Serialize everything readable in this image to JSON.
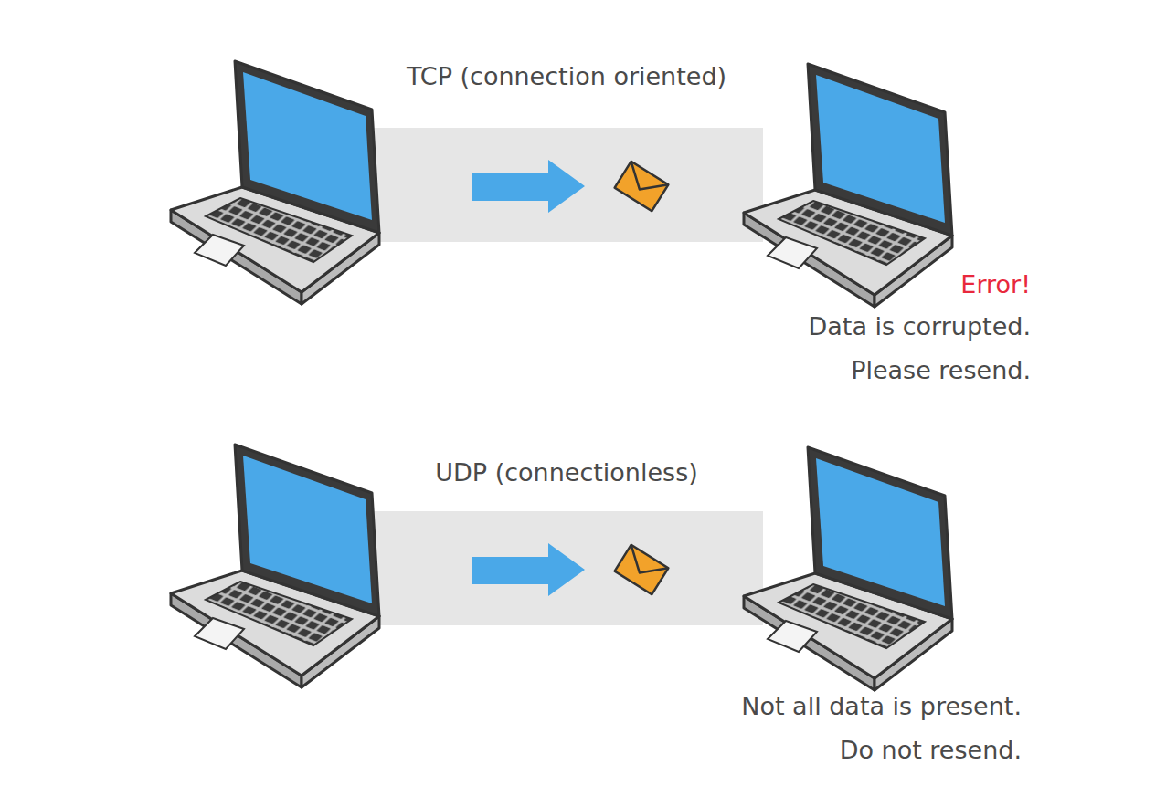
{
  "diagram": {
    "labels": [
      "TCP (connection oriented)",
      "Error!",
      "Data is corrupted. Please resend.",
      "UDP (connectionless)",
      "Not all data is present. Do not resend."
    ]
  }
}
